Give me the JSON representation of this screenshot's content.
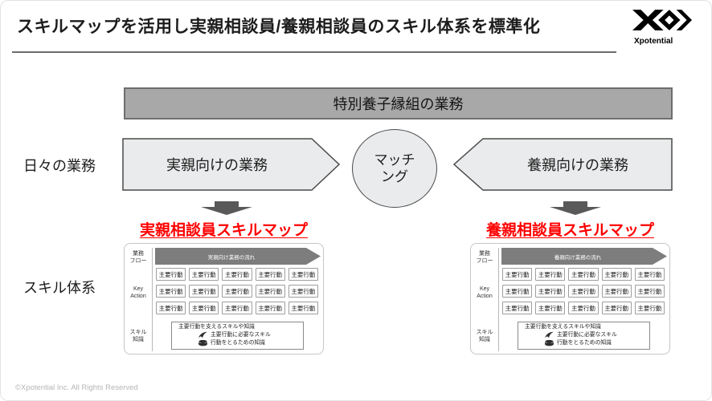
{
  "header": {
    "title": "スキルマップを活用し実親相談員/養親相談員のスキル体系を標準化",
    "logo_text": "Xpotential"
  },
  "footer": {
    "copyright": "©Xpotential Inc. All Rights Reserved"
  },
  "colors": {
    "accent_red": "#FF0000",
    "top_banner_gray": "#A8A8A8",
    "flow_arrow_fill": "#E9EBEC",
    "flow_arrow_stroke": "#4A4A4A",
    "down_arrow_gray": "#595959",
    "flow_banner_gray": "#7D7D7D"
  },
  "diagram": {
    "top_banner": "特別養子縁組の業務",
    "left_row_label": "日々の業務",
    "bottom_row_label": "スキル体系",
    "left_flow": "実親向けの業務",
    "matching": [
      "マッチ",
      "ング"
    ],
    "right_flow": "養親向けの業務"
  },
  "skillmaps": [
    {
      "title": "実親相談員スキルマップ",
      "row_labels": {
        "flow": [
          "業務",
          "フロー"
        ],
        "key_action": [
          "Key",
          "Action"
        ],
        "skill": [
          "スキル",
          "知識"
        ]
      },
      "flow_banner": "実親向け業務の流れ",
      "key_action_grid": {
        "rows": 3,
        "cols": 5,
        "cell_label": "主要行動"
      },
      "legend": {
        "title": "主要行動を支えるスキルや知識",
        "items": [
          {
            "icon": "skill-swoosh-icon",
            "label": "主要行動に必要なスキル"
          },
          {
            "icon": "knowledge-cylinder-icon",
            "label": "行動をとるための知識"
          }
        ]
      }
    },
    {
      "title": "養親相談員スキルマップ",
      "row_labels": {
        "flow": [
          "業務",
          "フロー"
        ],
        "key_action": [
          "Key",
          "Action"
        ],
        "skill": [
          "スキル",
          "知識"
        ]
      },
      "flow_banner": "養親向け業務の流れ",
      "key_action_grid": {
        "rows": 3,
        "cols": 5,
        "cell_label": "主要行動"
      },
      "legend": {
        "title": "主要行動を支えるスキルや知識",
        "items": [
          {
            "icon": "skill-swoosh-icon",
            "label": "主要行動に必要なスキル"
          },
          {
            "icon": "knowledge-cylinder-icon",
            "label": "行動をとるための知識"
          }
        ]
      }
    }
  ]
}
